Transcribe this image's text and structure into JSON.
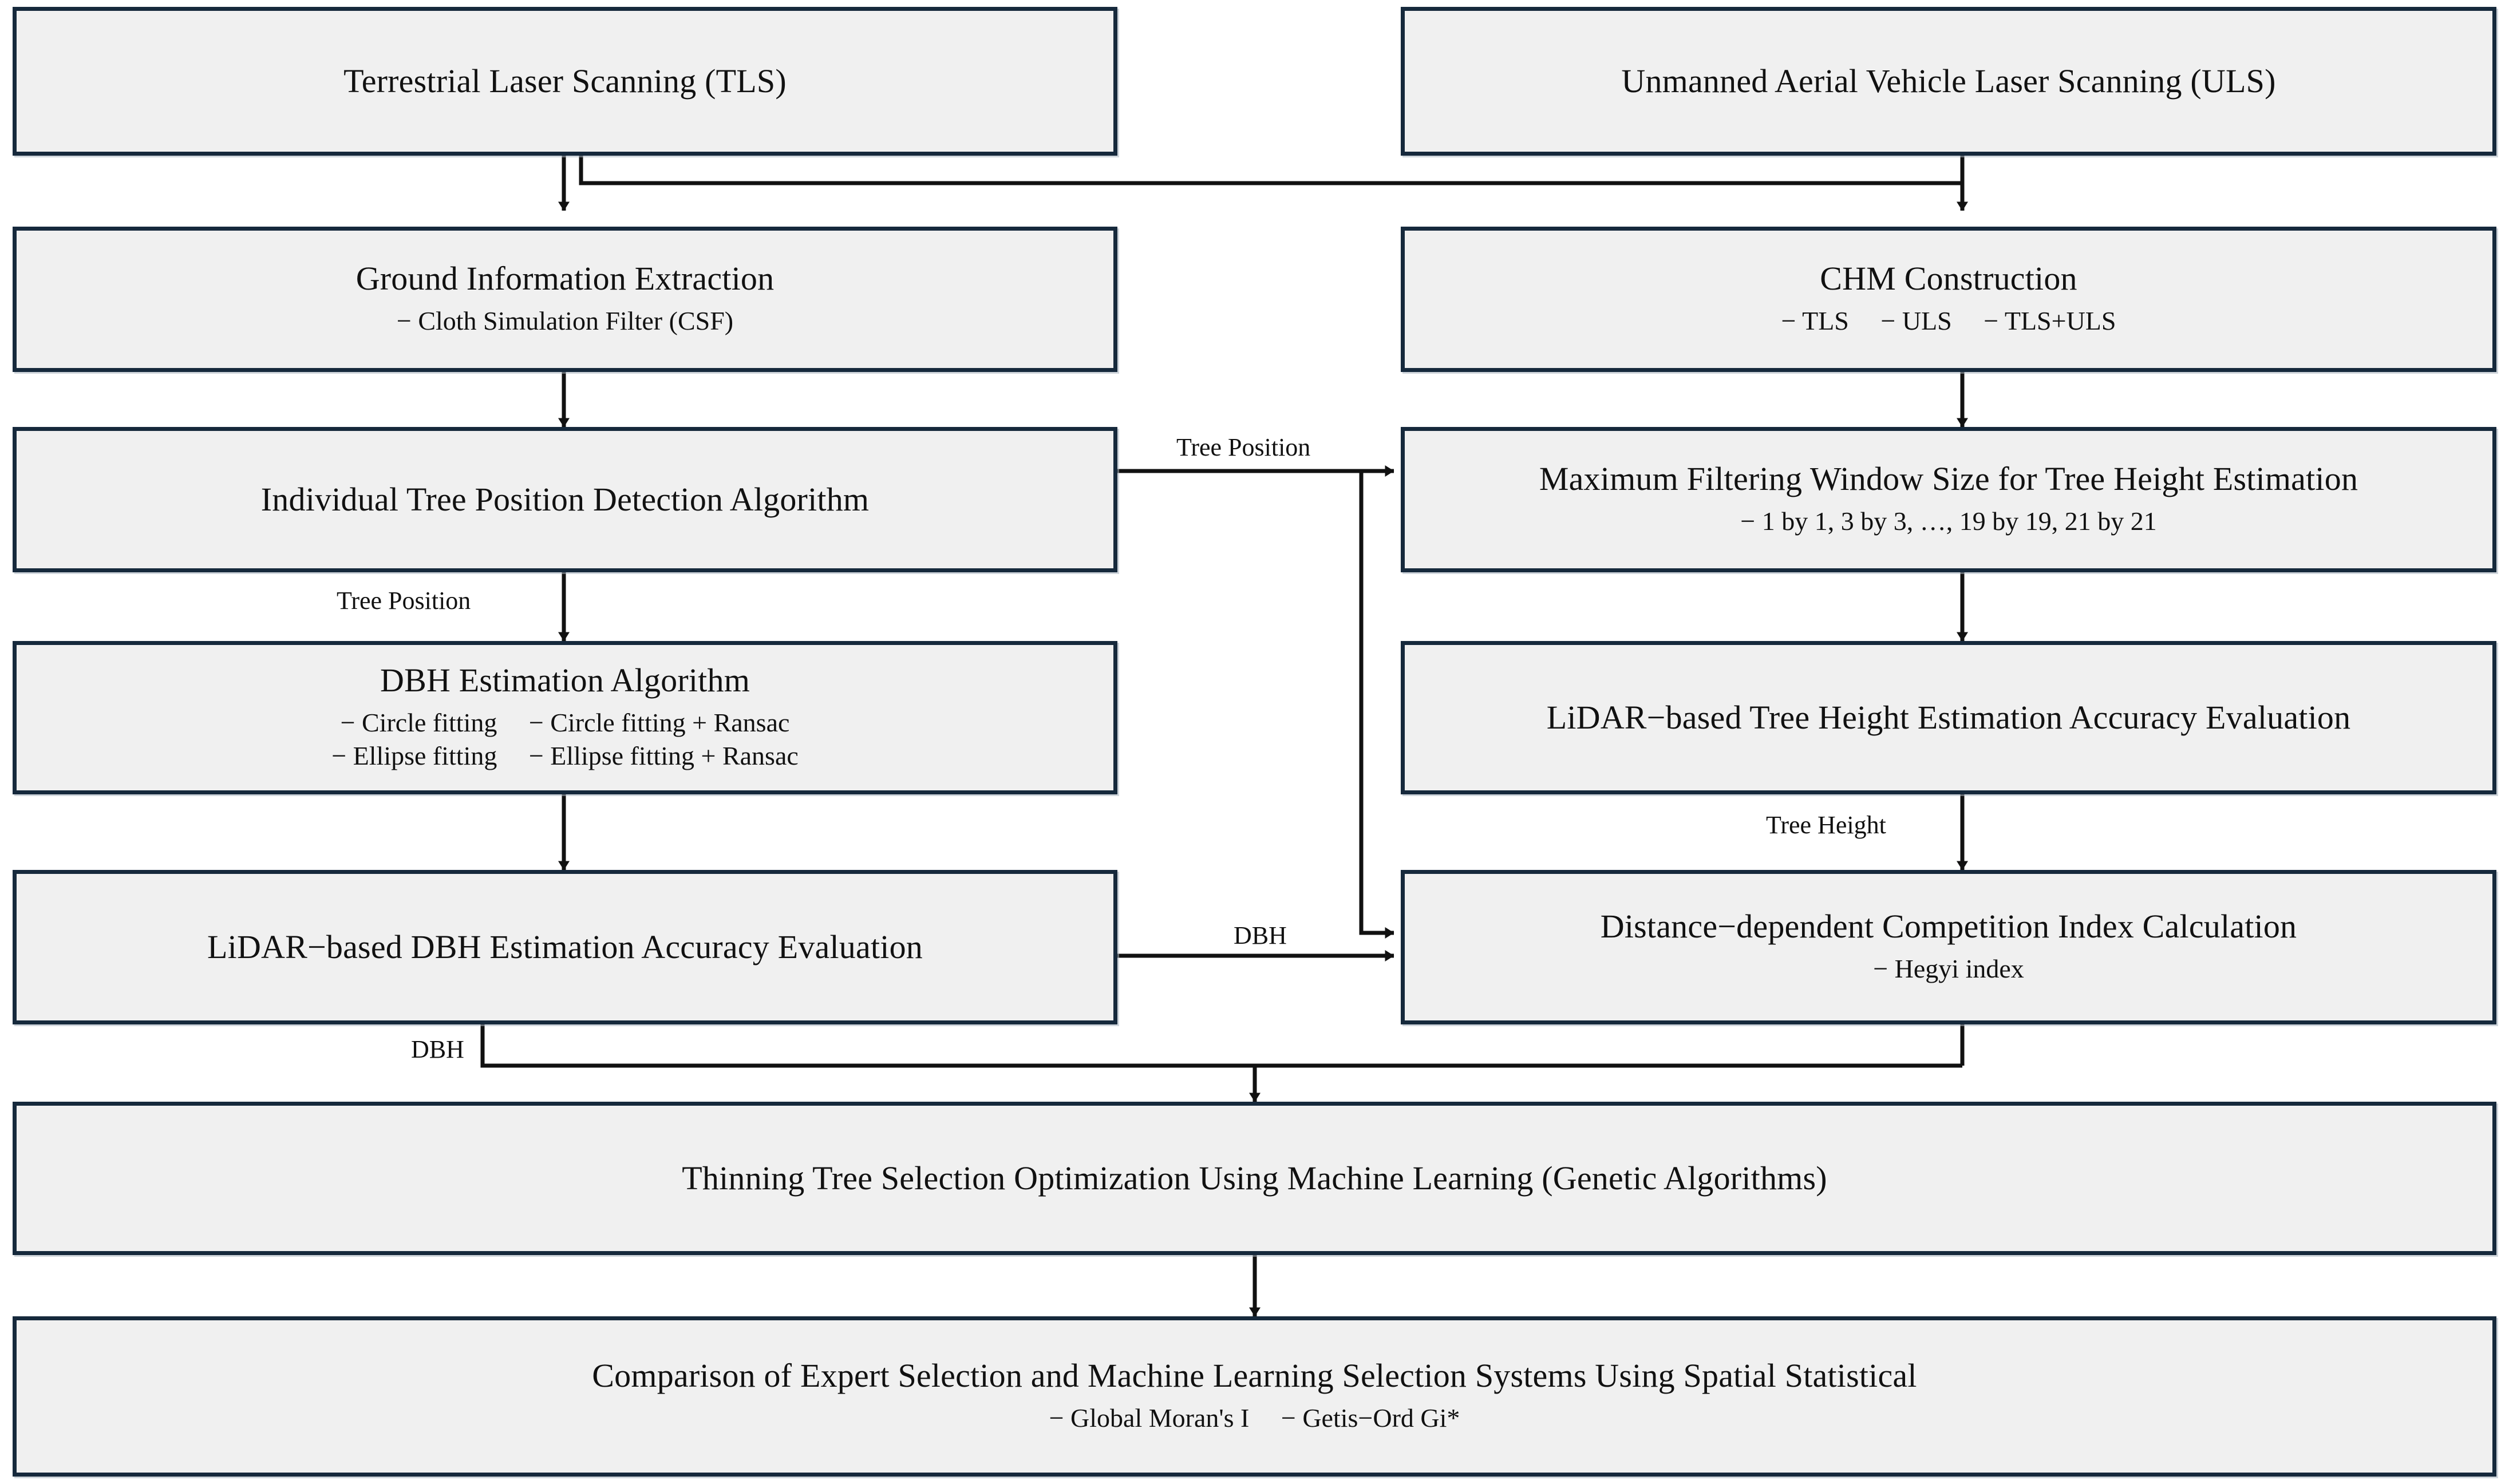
{
  "diagram": {
    "type": "flowchart",
    "title": "LiDAR-based Thinning Tree Selection Workflow",
    "colors": {
      "box_fill": "#f0f0f0",
      "box_border": "#16293c",
      "connector": "#111111",
      "page_background": "#ffffff"
    },
    "nodes": [
      {
        "id": "tls",
        "title": "Terrestrial Laser Scanning (TLS)",
        "sub": []
      },
      {
        "id": "uls",
        "title": "Unmanned Aerial Vehicle Laser Scanning (ULS)",
        "sub": []
      },
      {
        "id": "ground",
        "title": "Ground Information Extraction",
        "sub": [
          "− Cloth Simulation Filter (CSF)"
        ]
      },
      {
        "id": "chm",
        "title": "CHM Construction",
        "sub": [
          "− TLS",
          "− ULS",
          "− TLS+ULS"
        ]
      },
      {
        "id": "treepos",
        "title": "Individual Tree Position Detection Algorithm",
        "sub": []
      },
      {
        "id": "maxfilter",
        "title": "Maximum Filtering Window Size for Tree Height Estimation",
        "sub": [
          "− 1 by 1, 3 by 3, …, 19 by 19, 21 by 21"
        ]
      },
      {
        "id": "dbhalg",
        "title": "DBH Estimation Algorithm",
        "sub": [
          "− Circle fitting",
          "− Circle fitting + Ransac",
          "− Ellipse fitting",
          "− Ellipse fitting + Ransac"
        ]
      },
      {
        "id": "heightacc",
        "title": "LiDAR−based Tree Height Estimation Accuracy Evaluation",
        "sub": []
      },
      {
        "id": "dbhacc",
        "title": "LiDAR−based DBH Estimation Accuracy Evaluation",
        "sub": []
      },
      {
        "id": "compidx",
        "title": "Distance−dependent Competition Index Calculation",
        "sub": [
          "− Hegyi index"
        ]
      },
      {
        "id": "thinning",
        "title": "Thinning Tree Selection Optimization Using Machine Learning (Genetic Algorithms)",
        "sub": []
      },
      {
        "id": "comparison",
        "title": "Comparison of Expert Selection and Machine Learning Selection Systems Using Spatial Statistical",
        "sub": [
          "− Global Moran's I",
          "− Getis−Ord Gi*"
        ]
      }
    ],
    "edge_labels": [
      {
        "id": "treepos-right",
        "text": "Tree Position"
      },
      {
        "id": "treepos-down",
        "text": "Tree Position"
      },
      {
        "id": "dbh-right",
        "text": "DBH"
      },
      {
        "id": "tree-height-down",
        "text": "Tree Height"
      },
      {
        "id": "dbh-bottom",
        "text": "DBH"
      }
    ]
  }
}
